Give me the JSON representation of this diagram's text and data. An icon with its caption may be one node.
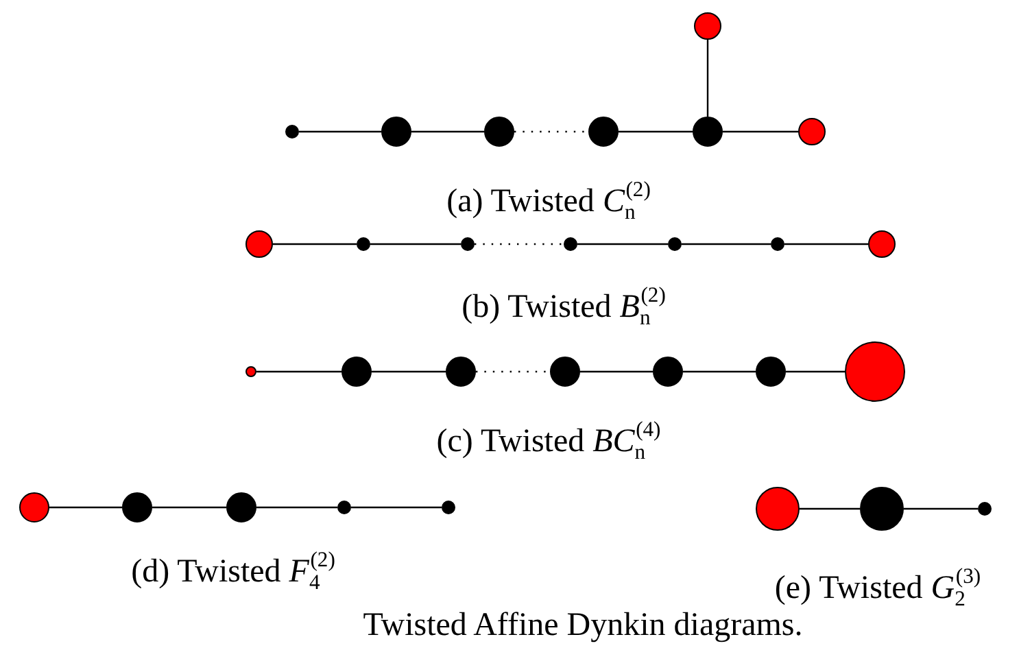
{
  "diagram": {
    "caption": "Twisted Affine Dynkin diagrams.",
    "nodes": [
      {
        "text": [],
        "shape": "circle"
      },
      {
        "text": [],
        "shape": "circle"
      },
      {
        "text": [],
        "shape": "circle"
      },
      {
        "text": [],
        "shape": "circle"
      },
      {
        "text": [],
        "shape": "circle"
      },
      {
        "text": [],
        "shape": "circle"
      },
      {
        "text": [],
        "shape": "circle"
      },
      {
        "text": [],
        "shape": "circle"
      },
      {
        "text": [],
        "shape": "circle"
      },
      {
        "text": [],
        "shape": "circle"
      },
      {
        "text": [],
        "shape": "circle"
      },
      {
        "text": [],
        "shape": "circle"
      },
      {
        "text": [],
        "shape": "circle"
      },
      {
        "text": [],
        "shape": "circle"
      },
      {
        "text": [],
        "shape": "circle"
      },
      {
        "text": [],
        "shape": "circle"
      },
      {
        "text": [],
        "shape": "circle"
      },
      {
        "text": [],
        "shape": "circle"
      },
      {
        "text": [],
        "shape": "circle"
      },
      {
        "text": [],
        "shape": "circle"
      },
      {
        "text": [],
        "shape": "circle"
      },
      {
        "text": [],
        "shape": "circle"
      },
      {
        "text": [],
        "shape": "circle"
      },
      {
        "text": [],
        "shape": "circle"
      },
      {
        "text": [],
        "shape": "circle"
      },
      {
        "text": [],
        "shape": "circle"
      },
      {
        "text": [],
        "shape": "circle"
      },
      {
        "text": [],
        "shape": "circle"
      },
      {
        "text": [],
        "shape": "circle"
      }
    ],
    "edges": [
      {
        "from": 1,
        "to": 2,
        "arrow": "none"
      },
      {
        "from": 2,
        "to": 3,
        "arrow": "none"
      },
      {
        "from": 3,
        "to": 4,
        "arrow": "none",
        "style": "dashed"
      },
      {
        "from": 4,
        "to": 5,
        "arrow": "none"
      },
      {
        "from": 5,
        "to": 6,
        "arrow": "none"
      },
      {
        "from": 5,
        "to": 0,
        "arrow": "none"
      },
      {
        "from": 7,
        "to": 8,
        "arrow": "none"
      },
      {
        "from": 8,
        "to": 9,
        "arrow": "none"
      },
      {
        "from": 9,
        "to": 10,
        "arrow": "none",
        "style": "dashed"
      },
      {
        "from": 10,
        "to": 11,
        "arrow": "none"
      },
      {
        "from": 11,
        "to": 12,
        "arrow": "none"
      },
      {
        "from": 12,
        "to": 13,
        "arrow": "none"
      },
      {
        "from": 14,
        "to": 15,
        "arrow": "none"
      },
      {
        "from": 15,
        "to": 16,
        "arrow": "none"
      },
      {
        "from": 16,
        "to": 17,
        "arrow": "none",
        "style": "dashed"
      },
      {
        "from": 17,
        "to": 18,
        "arrow": "none"
      },
      {
        "from": 18,
        "to": 19,
        "arrow": "none"
      },
      {
        "from": 19,
        "to": 20,
        "arrow": "none"
      },
      {
        "from": 21,
        "to": 22,
        "arrow": "none"
      },
      {
        "from": 22,
        "to": 23,
        "arrow": "none"
      },
      {
        "from": 23,
        "to": 24,
        "arrow": "none"
      },
      {
        "from": 24,
        "to": 25,
        "arrow": "none"
      },
      {
        "from": 26,
        "to": 27,
        "arrow": "none"
      },
      {
        "from": 27,
        "to": 28,
        "arrow": "none"
      }
    ],
    "labels": [
      "(a) Twisted *C*$_{n}$$^{(2)}$",
      "(b) Twisted *B*$_{n}$$^{(2)}$",
      "(c) Twisted *BC*$_{n}$$^{(4)}$",
      "(d) Twisted *F*$_{4}$$^{(2)}$",
      "(e) Twisted *G*$_{2}$$^{(3)}$"
    ]
  }
}
